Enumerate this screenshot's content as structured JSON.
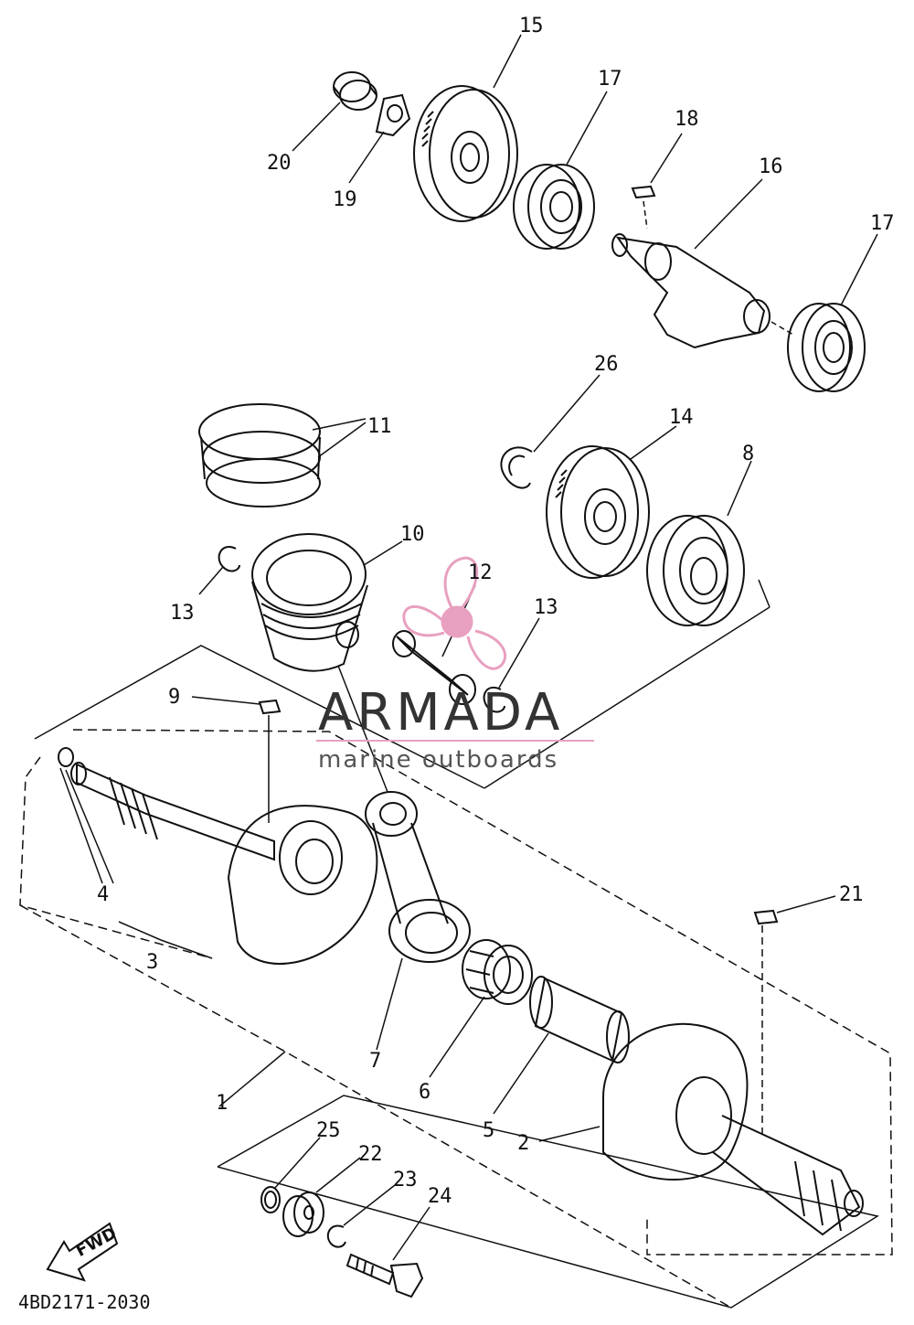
{
  "brand": {
    "name": "ARMADA",
    "tagline": "marine outboards",
    "colors": {
      "accent": "#e8a0c0",
      "text": "#333333",
      "line": "#111111"
    }
  },
  "catalog_code": "4BD2171-2030",
  "fwd_label": "FWD",
  "callouts": {
    "c1": "1",
    "c2": "2",
    "c3": "3",
    "c4": "4",
    "c5": "5",
    "c6": "6",
    "c7": "7",
    "c8": "8",
    "c9": "9",
    "c10": "10",
    "c11": "11",
    "c12": "12",
    "c13a": "13",
    "c13b": "13",
    "c14": "14",
    "c15": "15",
    "c16": "16",
    "c17a": "17",
    "c17b": "17",
    "c18": "18",
    "c19": "19",
    "c20": "20",
    "c21": "21",
    "c22": "22",
    "c23": "23",
    "c24": "24",
    "c25": "25",
    "c26": "26"
  }
}
